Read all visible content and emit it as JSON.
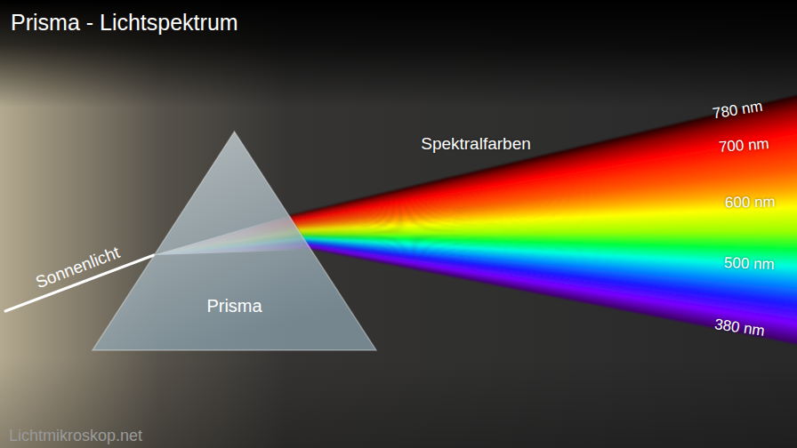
{
  "diagram": {
    "title": "Prisma - Lichtspektrum",
    "nodes": [
      {
        "text": [
          "Prisma"
        ]
      }
    ],
    "labels": [
      "Sonnenlicht",
      "Spektralfarben",
      "780 nm",
      "700 nm",
      "600 nm",
      "500 nm",
      "380 nm",
      "Lichtmikroskop.net"
    ]
  }
}
